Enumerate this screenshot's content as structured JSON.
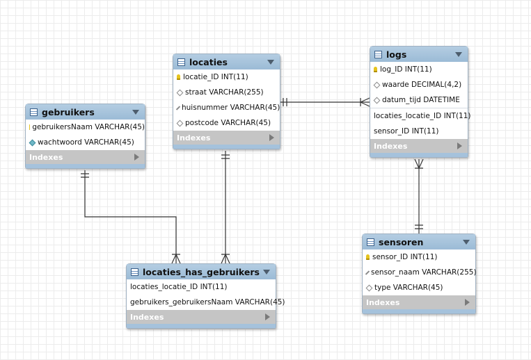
{
  "tables": {
    "locaties": {
      "name": "locaties",
      "columns": [
        {
          "text": "locatie_ID INT(11)",
          "kind": "pk"
        },
        {
          "text": "straat VARCHAR(255)",
          "kind": "nullable"
        },
        {
          "text": "huisnummer VARCHAR(45)",
          "kind": "nullable"
        },
        {
          "text": "postcode VARCHAR(45)",
          "kind": "nullable"
        }
      ],
      "indexes_label": "Indexes"
    },
    "logs": {
      "name": "logs",
      "columns": [
        {
          "text": "log_ID INT(11)",
          "kind": "pk"
        },
        {
          "text": "waarde DECIMAL(4,2)",
          "kind": "nullable"
        },
        {
          "text": "datum_tijd DATETIME",
          "kind": "nullable"
        },
        {
          "text": "locaties_locatie_ID INT(11)",
          "kind": "fk"
        },
        {
          "text": "sensor_ID INT(11)",
          "kind": "fk"
        }
      ],
      "indexes_label": "Indexes"
    },
    "gebruikers": {
      "name": "gebruikers",
      "columns": [
        {
          "text": "gebruikersNaam VARCHAR(45)",
          "kind": "pk"
        },
        {
          "text": "wachtwoord VARCHAR(45)",
          "kind": "notnull"
        }
      ],
      "indexes_label": "Indexes"
    },
    "sensoren": {
      "name": "sensoren",
      "columns": [
        {
          "text": "sensor_ID INT(11)",
          "kind": "pk"
        },
        {
          "text": "sensor_naam VARCHAR(255)",
          "kind": "nullable"
        },
        {
          "text": "type VARCHAR(45)",
          "kind": "nullable"
        }
      ],
      "indexes_label": "Indexes"
    },
    "locaties_has_gebruikers": {
      "name": "locaties_has_gebruikers",
      "columns": [
        {
          "text": "locaties_locatie_ID INT(11)",
          "kind": "fk"
        },
        {
          "text": "gebruikers_gebruikersNaam VARCHAR(45)",
          "kind": "fk"
        }
      ],
      "indexes_label": "Indexes"
    }
  },
  "relationships": [
    {
      "from": "locaties",
      "to": "logs",
      "from_end": "one-and-only-one",
      "to_end": "one-or-many"
    },
    {
      "from": "sensoren",
      "to": "logs",
      "from_end": "one-and-only-one",
      "to_end": "one-or-many"
    },
    {
      "from": "locaties",
      "to": "locaties_has_gebruikers",
      "from_end": "one-and-only-one",
      "to_end": "one-or-many"
    },
    {
      "from": "gebruikers",
      "to": "locaties_has_gebruikers",
      "from_end": "one-and-only-one",
      "to_end": "one-or-many"
    }
  ],
  "colors": {
    "header": "#a9c5de",
    "indexes_bar": "#c5c5c5",
    "primary_key": "#e6c41e",
    "not_null_marker": "#6fb8c7",
    "relationship_line": "#333333"
  }
}
